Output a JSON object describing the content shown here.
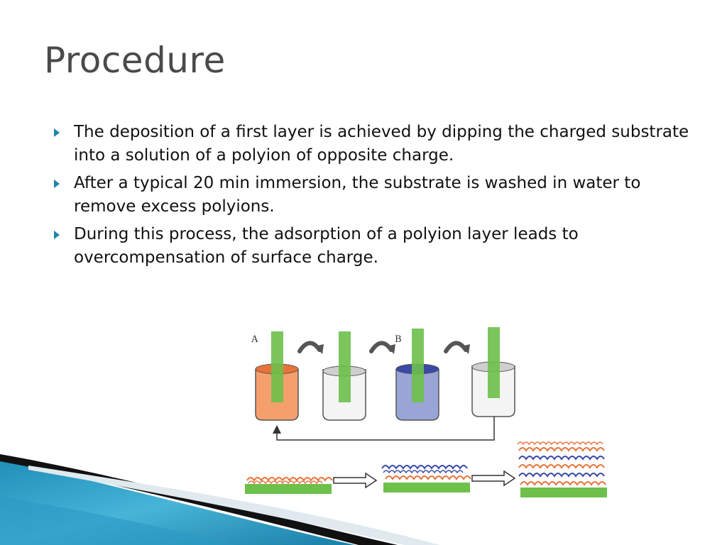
{
  "slide": {
    "title": "Procedure",
    "bullets": [
      "The deposition of a first layer is achieved by dipping the charged substrate into a solution of a polyion of opposite charge.",
      "After a typical 20 min immersion, the substrate is washed in water to remove excess polyions.",
      "During this process, the adsorption of a polyion layer leads to overcompensation of surface charge."
    ]
  },
  "diagram": {
    "label_a": "A",
    "label_b": "B",
    "colors": {
      "substrate": "#6dc04a",
      "polycation_solution": "#f5a06c",
      "polyanion_solution": "#9aa4d6",
      "water": "#f0f0f0",
      "orange_polymer": "#e8733a",
      "blue_polymer": "#3a49a8"
    }
  },
  "theme": {
    "accent": "#1b87a9",
    "title_color": "#4a4a4a"
  }
}
